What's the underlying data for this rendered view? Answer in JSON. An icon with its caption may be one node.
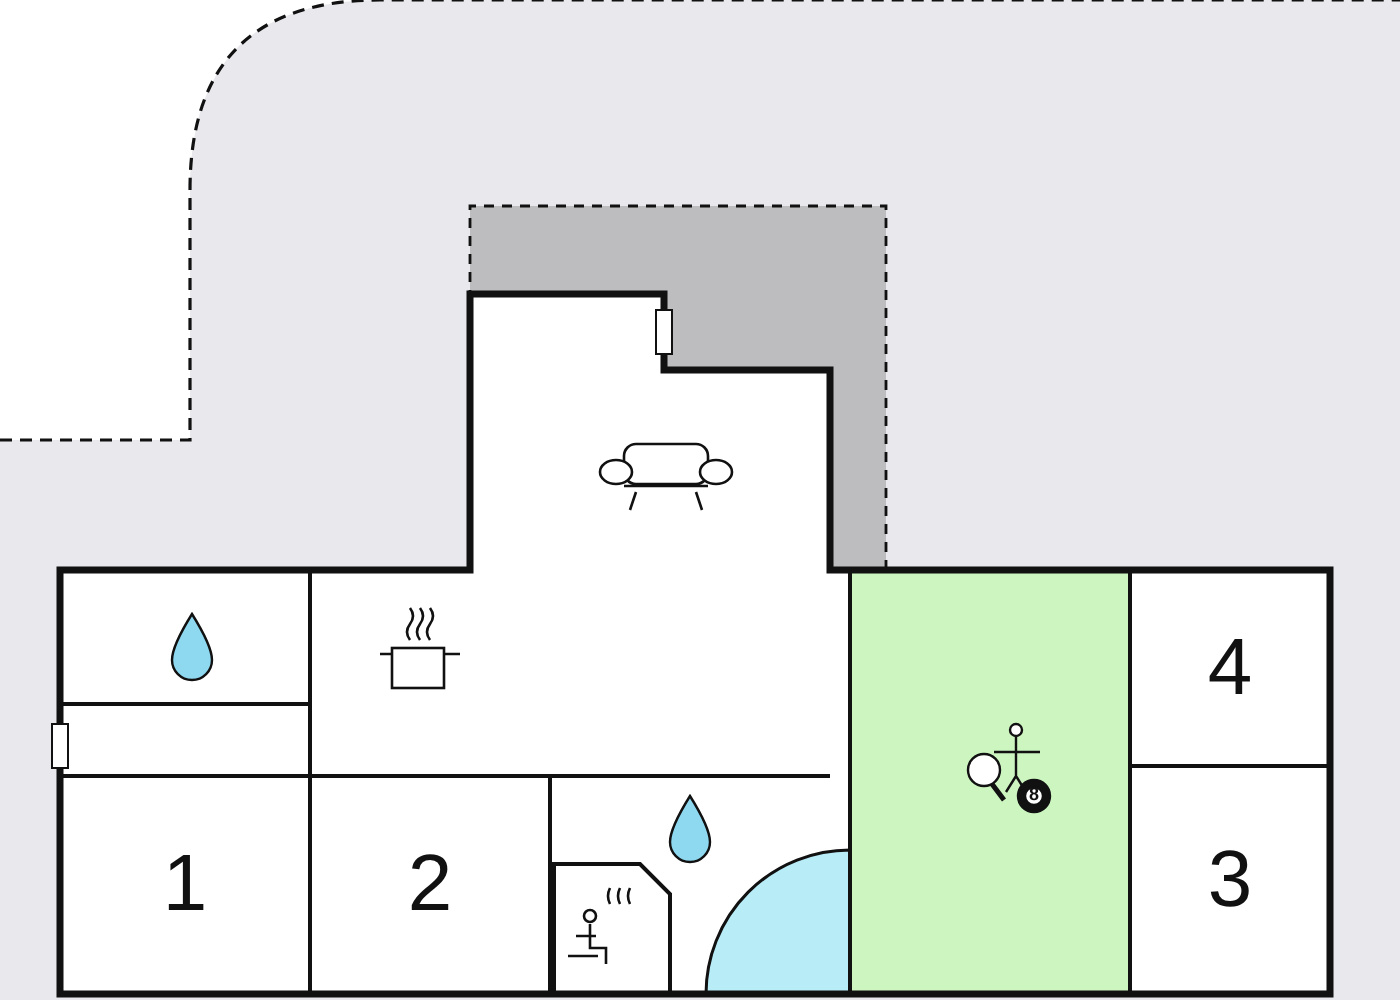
{
  "diagram": {
    "nodes": [
      {
        "text": [
          "4"
        ]
      },
      {
        "text": [
          "1"
        ]
      },
      {
        "text": [
          "2"
        ]
      },
      {
        "text": [
          "3"
        ]
      }
    ],
    "labels": [
      "8"
    ]
  }
}
